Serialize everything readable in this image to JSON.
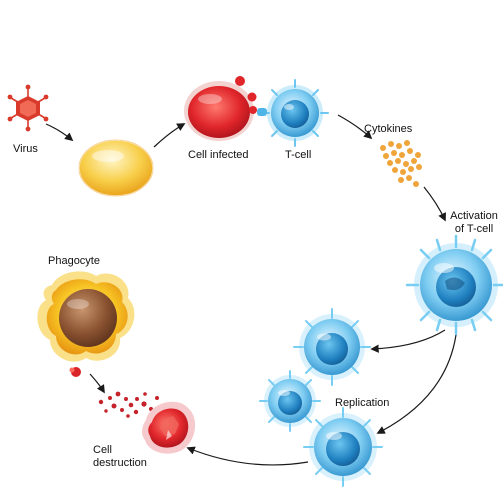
{
  "labels": {
    "virus": "Virus",
    "cell_infected": "Cell infected",
    "t_cell": "T-cell",
    "cytokines": "Cytokines",
    "activation_line1": "Activation",
    "activation_line2": "of T-cell",
    "phagocyte": "Phagocyte",
    "replication": "Replication",
    "destruction_line1": "Cell",
    "destruction_line2": "destruction"
  },
  "colors": {
    "virus": "#d93a2b",
    "healthy_cell": "#f3b52a",
    "infected_cell": "#e0262b",
    "t_cell": "#2b9fd9",
    "cytokine": "#f0a53a",
    "phagocyte": "#f2b21c",
    "phagocyte_nucleus": "#8a5230",
    "arrow": "#1a1a1a"
  },
  "icons": [
    "virus-icon",
    "healthy-cell-icon",
    "infected-cell-icon",
    "t-cell-icon",
    "cytokines-icon",
    "activated-t-cell-icon",
    "replicated-t-cell-icon",
    "phagocyte-icon",
    "destroyed-cell-icon"
  ]
}
